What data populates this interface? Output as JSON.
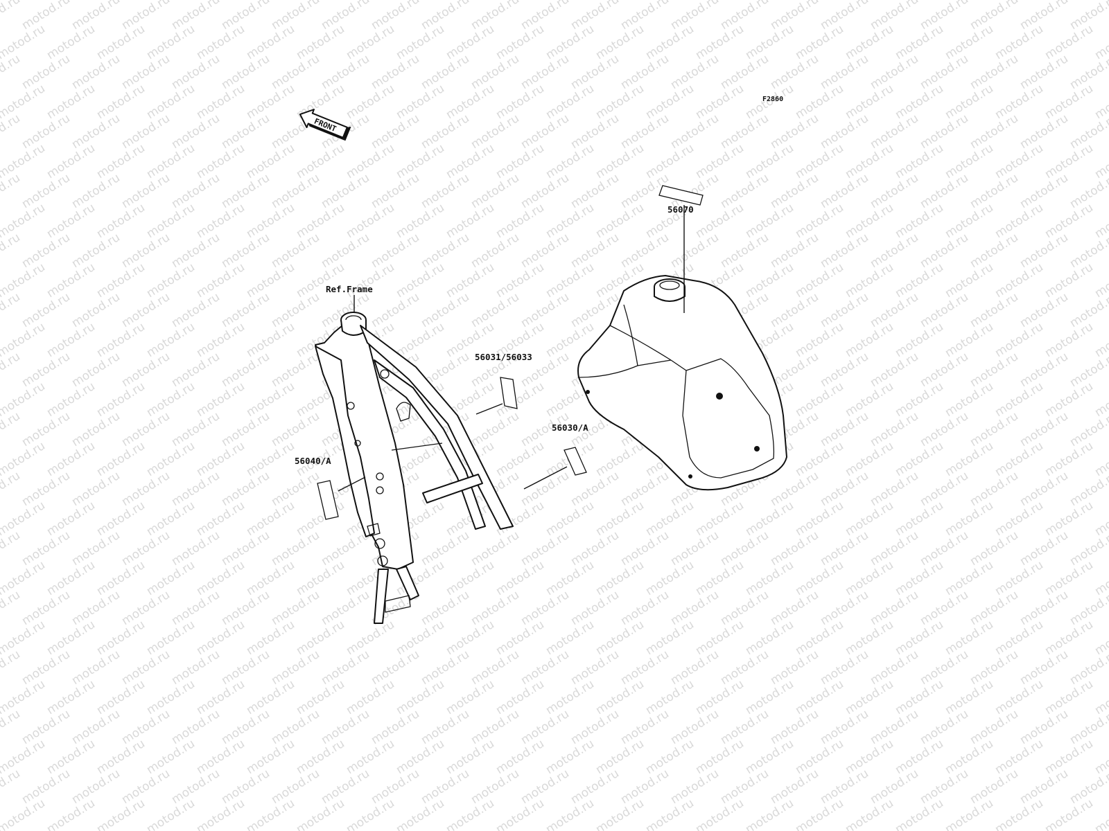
{
  "watermark": "motod.ru",
  "diagram_code": "F2860",
  "front_arrow": {
    "label": "FRONT",
    "icon": "front-arrow-icon"
  },
  "labels": {
    "ref_frame": "Ref.Frame",
    "p56070": "56070",
    "p56031": "56031/56033",
    "p56030": "56030/A",
    "p56040": "56040/A"
  },
  "colors": {
    "line": "#111111",
    "watermark": "#d9d9d9",
    "background": "#ffffff"
  }
}
